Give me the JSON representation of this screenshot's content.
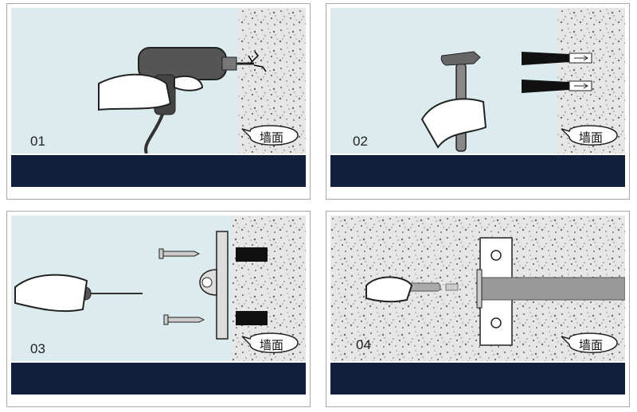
{
  "panels": [
    {
      "number": "01",
      "wall_label": "墙面",
      "illustration": "drill-into-wall"
    },
    {
      "number": "02",
      "wall_label": "墙面",
      "illustration": "hammer-anchors-into-wall"
    },
    {
      "number": "03",
      "wall_label": "墙面",
      "illustration": "screwdriver-screws-bracket"
    },
    {
      "number": "04",
      "wall_label": "墙面",
      "illustration": "insert-rod-into-bracket"
    }
  ],
  "colors": {
    "scene_bg": "#dcebee",
    "bar": "#101f3c",
    "wall": "#cfcfcf",
    "frame": "#a9a9a9"
  }
}
